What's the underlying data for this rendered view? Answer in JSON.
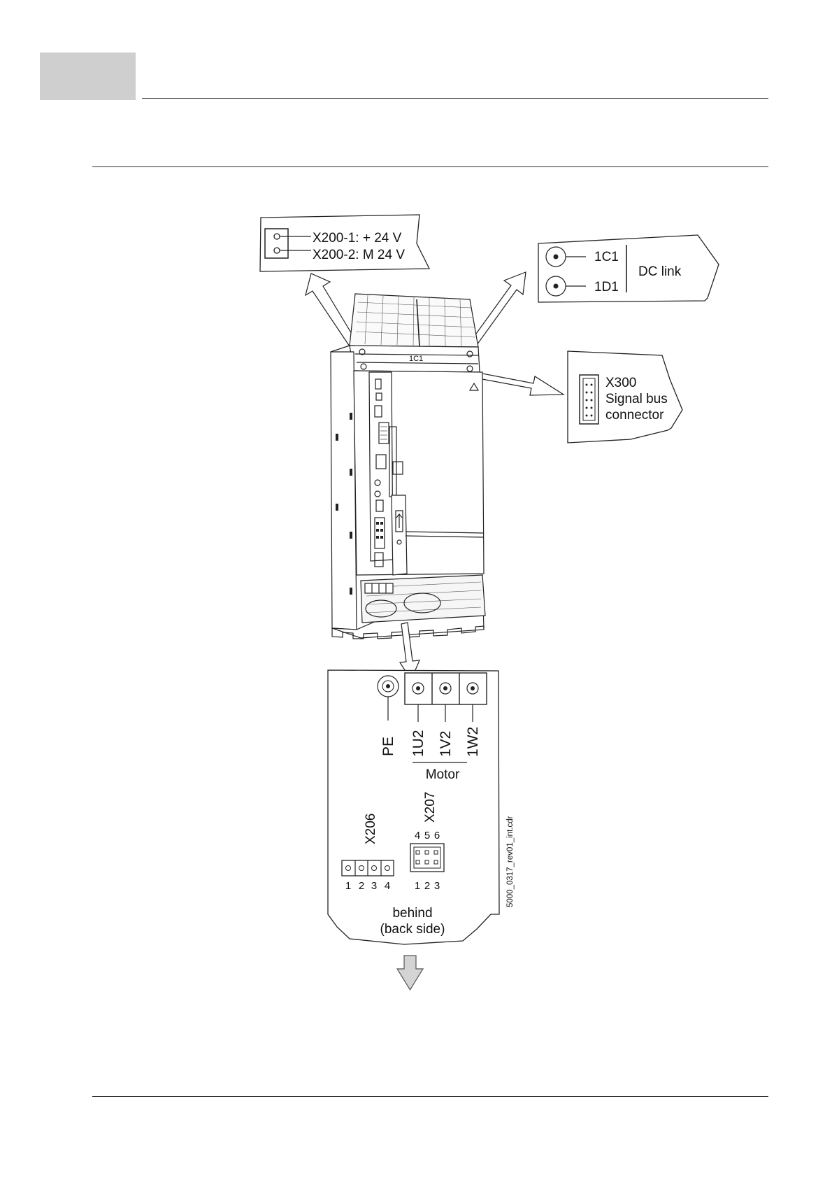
{
  "x200": {
    "line1": "X200-1: + 24 V",
    "line2": "X200-2: M 24 V"
  },
  "dc_link": {
    "terminal_1": "1C1",
    "terminal_2": "1D1",
    "label": "DC link"
  },
  "x300": {
    "name": "X300",
    "line2": "Signal bus",
    "line3": "connector"
  },
  "device": {
    "plate_label": "1C1"
  },
  "bottom_panel": {
    "pe": "PE",
    "u": "1U2",
    "v": "1V2",
    "w": "1W2",
    "motor": "Motor",
    "x206": "X206",
    "x207": "X207",
    "x206_pins": [
      "1",
      "2",
      "3",
      "4"
    ],
    "x207_top_pins": [
      "4",
      "5",
      "6"
    ],
    "x207_bottom_pins": [
      "1",
      "2",
      "3"
    ],
    "behind_1": "behind",
    "behind_2": "(back side)",
    "file_ref": "5000_0317_rev01_int.cdr"
  },
  "colors": {
    "rule": "#333333",
    "header_tab": "#cfcfcf",
    "arrow_fill": "#d4d4d4"
  }
}
